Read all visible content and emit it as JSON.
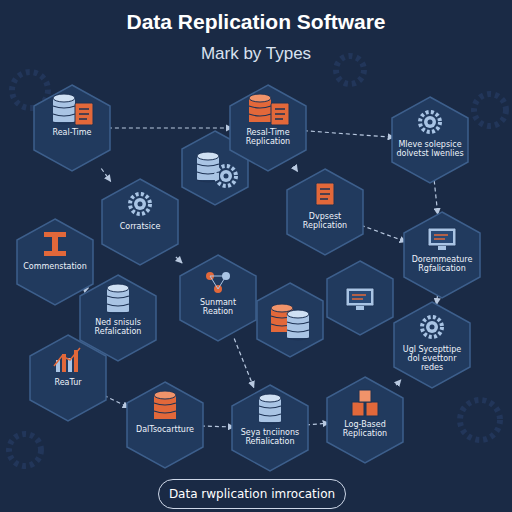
{
  "diagram": {
    "title": "Data Replication Software",
    "nodes": [
      {
        "text": [
          "Real-Time"
        ]
      },
      {
        "text": [
          "Resal-Time Replication"
        ]
      },
      {
        "text": [
          "Mleve solepsice dolvetst lwenlies"
        ]
      },
      {
        "text": [
          "Corratsice"
        ]
      },
      {
        "text": [
          "Dvpsest Replication"
        ]
      },
      {
        "text": [
          "Commenstation"
        ]
      },
      {
        "text": [
          "Doremmeature Rgfalication"
        ]
      },
      {
        "text": [
          "Sunmant Reation"
        ]
      },
      {
        "text": [
          "Ned snisuls Refalication"
        ]
      },
      {
        "text": [
          "Ugl Sycepttipe dol evettonr redes"
        ]
      },
      {
        "text": [
          "ReaTur"
        ]
      },
      {
        "text": [
          "DalTsocartture"
        ]
      },
      {
        "text": [
          "Seya tnciinons Refialication"
        ]
      },
      {
        "text": [
          "Log-Based Replication"
        ]
      },
      {
        "text": [
          "Data rwplication imrocation"
        ]
      }
    ],
    "edges": [
      {
        "from": 0,
        "to": 1,
        "arrow": "to"
      },
      {
        "from": 1,
        "to": 2,
        "arrow": "to"
      },
      {
        "from": 0,
        "to": 3,
        "arrow": "to"
      },
      {
        "from": 1,
        "to": 4,
        "arrow": "to"
      },
      {
        "from": 2,
        "to": 6,
        "arrow": "to"
      },
      {
        "from": 3,
        "to": 7,
        "arrow": "to"
      },
      {
        "from": 5,
        "to": 8,
        "arrow": "to"
      },
      {
        "from": 4,
        "to": 6,
        "arrow": "to"
      },
      {
        "from": 6,
        "to": 9,
        "arrow": "to"
      },
      {
        "from": 8,
        "to": 10,
        "arrow": "to"
      },
      {
        "from": 10,
        "to": 11,
        "arrow": "to"
      },
      {
        "from": 7,
        "to": 12,
        "arrow": "to"
      },
      {
        "from": 11,
        "to": 12,
        "arrow": "to"
      },
      {
        "from": 12,
        "to": 13,
        "arrow": "to"
      },
      {
        "from": 9,
        "to": 13,
        "arrow": "to"
      }
    ],
    "labels": [
      "Mark by Types"
    ]
  }
}
